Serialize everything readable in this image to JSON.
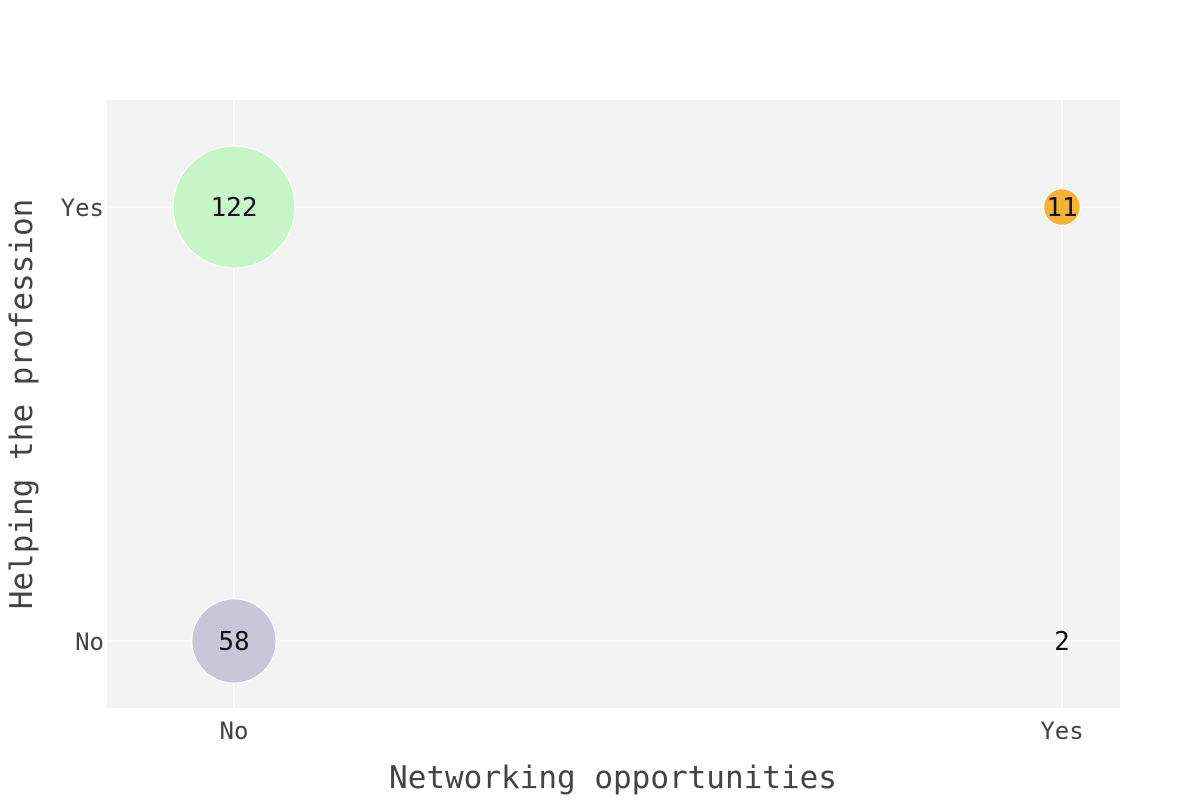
{
  "chart_data": {
    "type": "scatter",
    "xlabel": "Networking opportunities",
    "ylabel": "Helping the profession",
    "x_categories": [
      "No",
      "Yes"
    ],
    "y_categories": [
      "No",
      "Yes"
    ],
    "grid": true,
    "points": [
      {
        "x": "No",
        "y": "Yes",
        "value": 122,
        "label": "122",
        "color": "#c8f5c8"
      },
      {
        "x": "Yes",
        "y": "Yes",
        "value": 11,
        "label": "11",
        "color": "#f5b335"
      },
      {
        "x": "No",
        "y": "No",
        "value": 58,
        "label": "58",
        "color": "#c8c6d8"
      },
      {
        "x": "Yes",
        "y": "No",
        "value": 2,
        "label": "2",
        "color": "#e8e8e8"
      }
    ],
    "colors": {
      "plot_background": "#f3f3f3",
      "grid": "#ffffff"
    }
  }
}
